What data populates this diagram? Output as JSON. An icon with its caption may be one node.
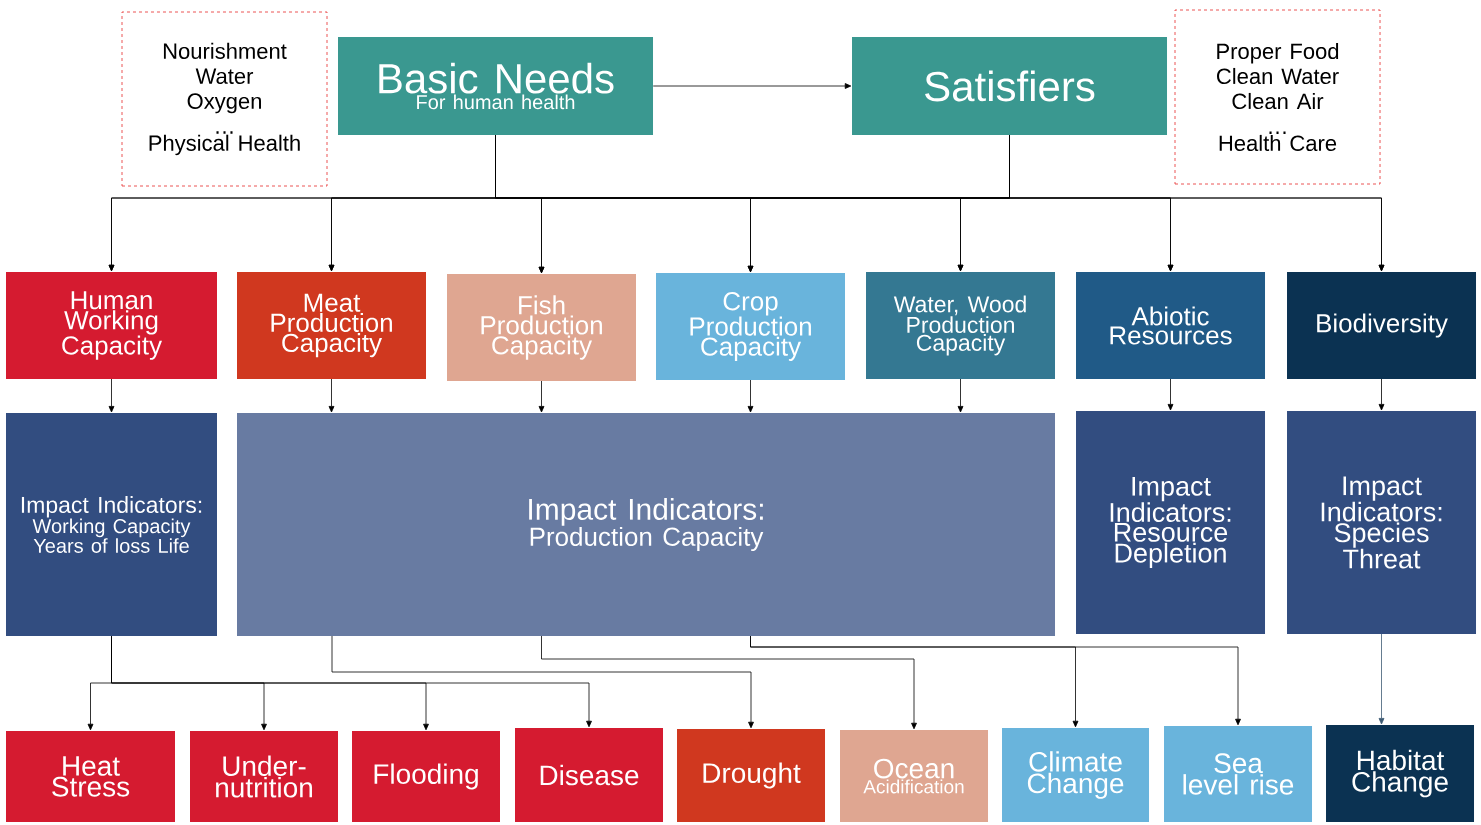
{
  "diagram": {
    "nodes": [
      {
        "text": [
          "Nourishment",
          "Water",
          "Oxygen",
          "…",
          "Physical Health"
        ]
      },
      {
        "text": [
          "Basic Needs",
          "For human health"
        ]
      },
      {
        "text": [
          "Satisfiers"
        ]
      },
      {
        "text": [
          "Proper Food",
          "Clean Water",
          "Clean Air",
          "…",
          "Health Care"
        ]
      },
      {
        "text": [
          "Human Working Capacity"
        ]
      },
      {
        "text": [
          "Meat Production Capacity"
        ]
      },
      {
        "text": [
          "Fish Production Capacity"
        ]
      },
      {
        "text": [
          "Crop Production Capacity"
        ]
      },
      {
        "text": [
          "Water, Wood Production Capacity"
        ]
      },
      {
        "text": [
          "Abiotic Resources"
        ]
      },
      {
        "text": [
          "Biodiversity"
        ]
      },
      {
        "text": [
          "Impact Indicators:",
          "Working Capacity Years of loss Life"
        ]
      },
      {
        "text": [
          "Impact Indicators:",
          "Production Capacity"
        ]
      },
      {
        "text": [
          "Impact Indicators: Resource Depletion"
        ]
      },
      {
        "text": [
          "Impact Indicators: Species Threat"
        ]
      },
      {
        "text": [
          "Heat Stress"
        ]
      },
      {
        "text": [
          "Under- nutrition"
        ]
      },
      {
        "text": [
          "Flooding"
        ]
      },
      {
        "text": [
          "Disease"
        ]
      },
      {
        "text": [
          "Drought"
        ]
      },
      {
        "text": [
          "Ocean",
          "Acidification"
        ]
      },
      {
        "text": [
          "Climate Change"
        ]
      },
      {
        "text": [
          "Sea level rise"
        ]
      },
      {
        "text": [
          "Habitat Change"
        ]
      }
    ],
    "edges": [
      {
        "from": 1,
        "to": 2,
        "arrow": "to"
      },
      {
        "from": 1,
        "to": 4,
        "arrow": "to"
      },
      {
        "from": 1,
        "to": 5,
        "arrow": "to"
      },
      {
        "from": 1,
        "to": 6,
        "arrow": "to"
      },
      {
        "from": 1,
        "to": 7,
        "arrow": "to"
      },
      {
        "from": 1,
        "to": 8,
        "arrow": "to"
      },
      {
        "from": 1,
        "to": 9,
        "arrow": "to"
      },
      {
        "from": 1,
        "to": 10,
        "arrow": "to"
      },
      {
        "from": 2,
        "to": 4,
        "arrow": "to"
      },
      {
        "from": 2,
        "to": 5,
        "arrow": "to"
      },
      {
        "from": 2,
        "to": 6,
        "arrow": "to"
      },
      {
        "from": 2,
        "to": 7,
        "arrow": "to"
      },
      {
        "from": 2,
        "to": 8,
        "arrow": "to"
      },
      {
        "from": 2,
        "to": 9,
        "arrow": "to"
      },
      {
        "from": 2,
        "to": 10,
        "arrow": "to"
      },
      {
        "from": 4,
        "to": 11,
        "arrow": "to"
      },
      {
        "from": 5,
        "to": 12,
        "arrow": "to"
      },
      {
        "from": 6,
        "to": 12,
        "arrow": "to"
      },
      {
        "from": 7,
        "to": 12,
        "arrow": "to"
      },
      {
        "from": 8,
        "to": 12,
        "arrow": "to"
      },
      {
        "from": 9,
        "to": 13,
        "arrow": "to"
      },
      {
        "from": 10,
        "to": 14,
        "arrow": "to"
      },
      {
        "from": 11,
        "to": 15,
        "arrow": "to"
      },
      {
        "from": 11,
        "to": 16,
        "arrow": "to"
      },
      {
        "from": 11,
        "to": 17,
        "arrow": "to"
      },
      {
        "from": 11,
        "to": 18,
        "arrow": "to"
      },
      {
        "from": 12,
        "to": 19,
        "arrow": "to"
      },
      {
        "from": 12,
        "to": 20,
        "arrow": "to"
      },
      {
        "from": 12,
        "to": 21,
        "arrow": "to"
      },
      {
        "from": 12,
        "to": 22,
        "arrow": "to"
      },
      {
        "from": 14,
        "to": 23,
        "arrow": "to",
        "color": "#3d5a73"
      }
    ]
  }
}
